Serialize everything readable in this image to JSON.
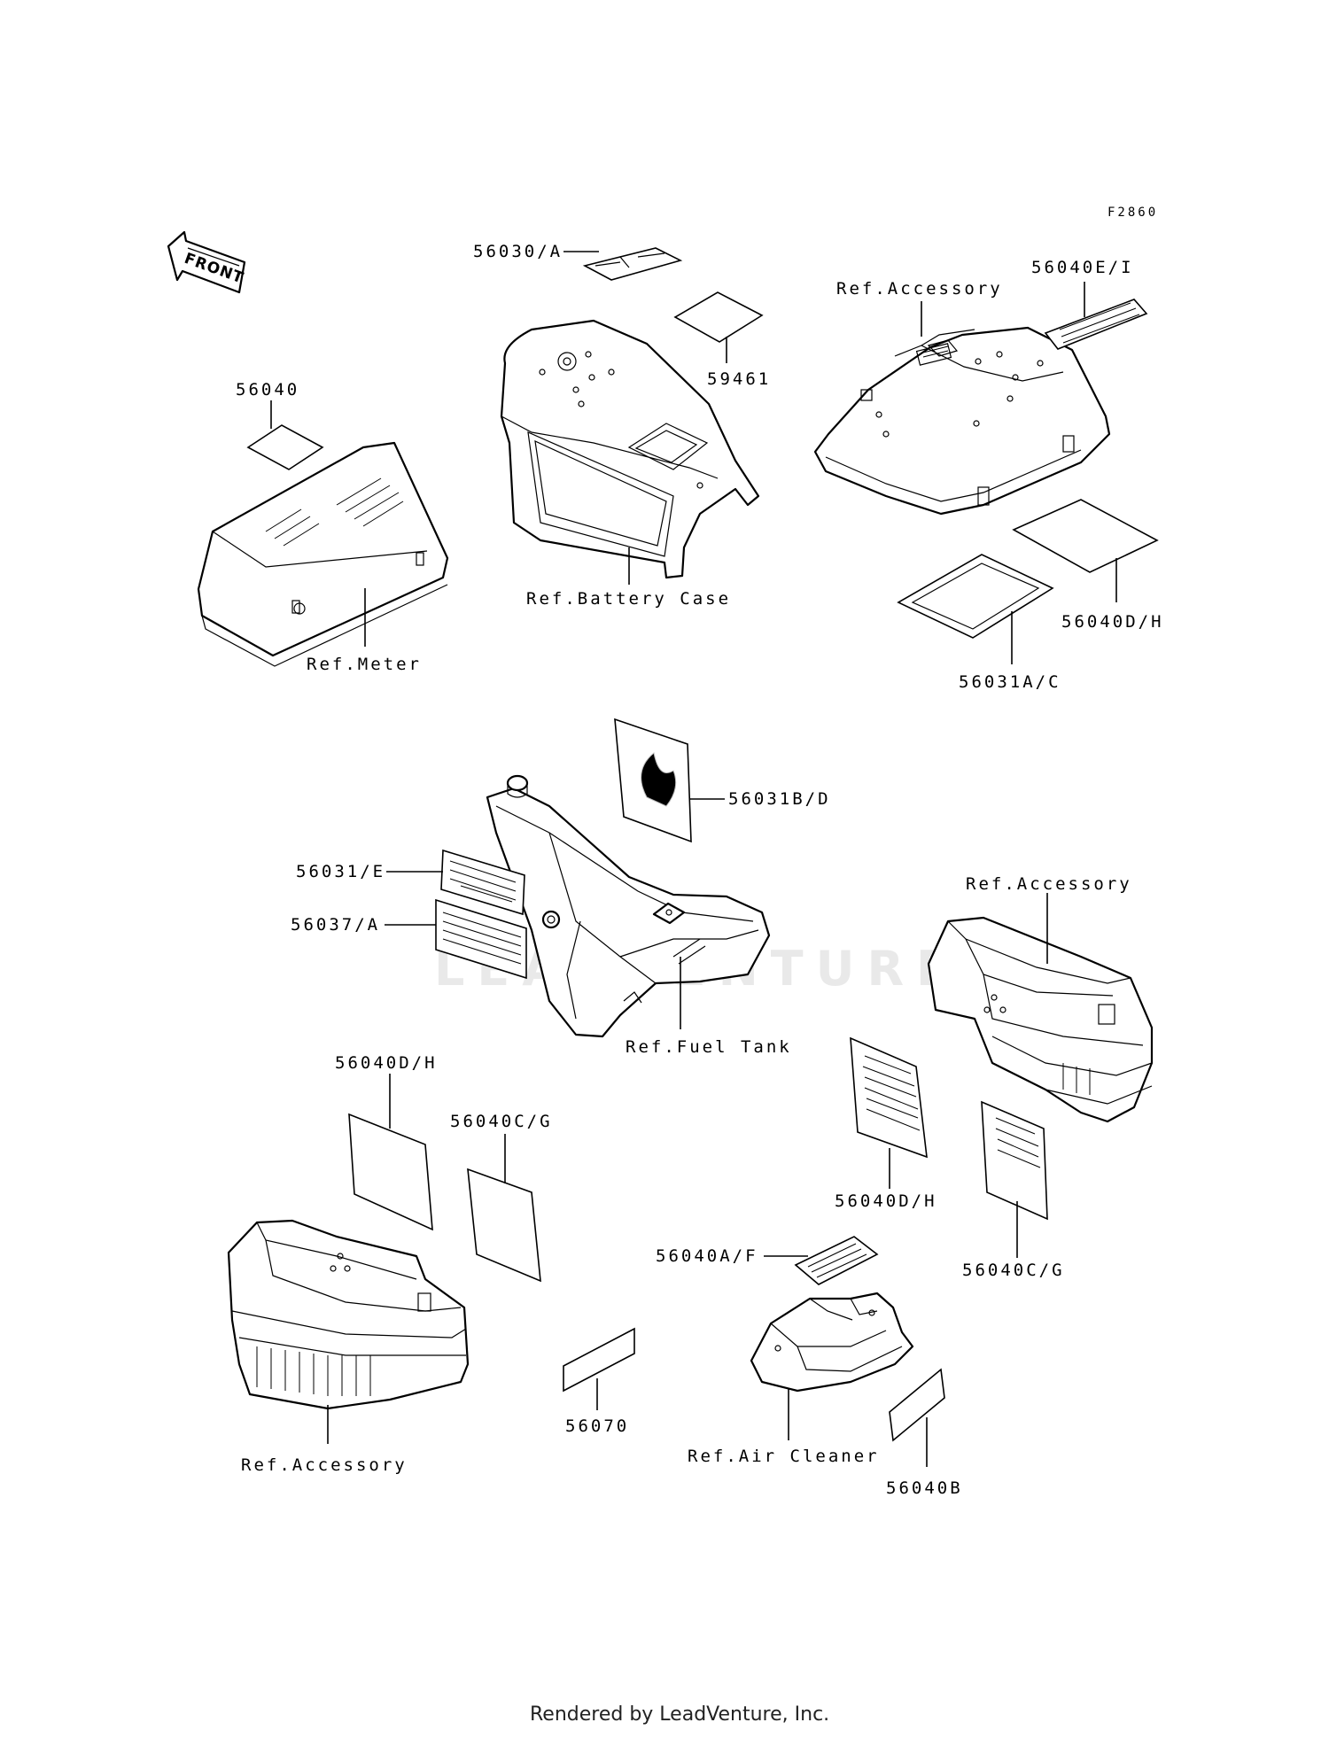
{
  "diagram": {
    "figure_code": "F2860",
    "front_marker": "FRONT",
    "watermark": "LEADVENTURE",
    "footer": "Rendered by LeadVenture, Inc.",
    "labels": {
      "p56030A": "56030/A",
      "p59461": "59461",
      "ref_battery_case": "Ref.Battery Case",
      "ref_accessory_top": "Ref.Accessory",
      "p56040EI": "56040E/I",
      "p56040DH_top": "56040D/H",
      "p56031AC": "56031A/C",
      "p56040_meter": "56040",
      "ref_meter": "Ref.Meter",
      "p56031BD": "56031B/D",
      "p56031E": "56031/E",
      "p56037A": "56037/A",
      "ref_fuel_tank": "Ref.Fuel Tank",
      "ref_accessory_right": "Ref.Accessory",
      "p56040DH_left": "56040D/H",
      "p56040CG_left": "56040C/G",
      "p56040DH_right": "56040D/H",
      "p56040CG_right": "56040C/G",
      "p56040AF": "56040A/F",
      "ref_accessory_bottom": "Ref.Accessory",
      "p56070": "56070",
      "ref_air_cleaner": "Ref.Air Cleaner",
      "p56040B": "56040B"
    }
  }
}
